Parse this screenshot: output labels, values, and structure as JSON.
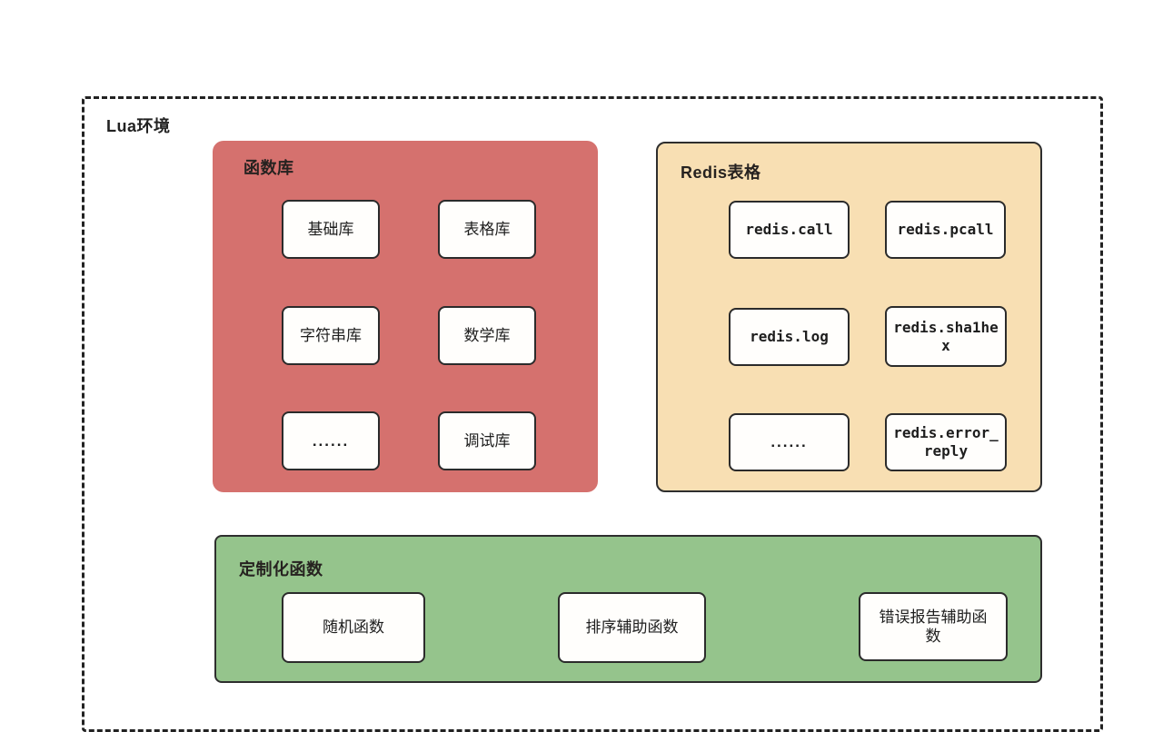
{
  "environment": {
    "label": "Lua环境",
    "dash_color": "#222222"
  },
  "colors": {
    "function_library_bg": "#d5716e",
    "redis_table_bg": "#f8dfb3",
    "custom_functions_bg": "#95c48c",
    "node_bg": "#fffefc",
    "node_border": "#2b2b2b",
    "text": "#1f1f1f"
  },
  "groups": [
    {
      "title": "函数库",
      "bg": "#d5716e",
      "items": [
        "基础库",
        "表格库",
        "字符串库",
        "数学库",
        "......",
        "调试库"
      ]
    },
    {
      "title": "Redis表格",
      "bg": "#f8dfb3",
      "items": [
        "redis.call",
        "redis.pcall",
        "redis.log",
        "redis.sha1he\nx",
        "......",
        "redis.error_\nreply"
      ]
    },
    {
      "title": "定制化函数",
      "bg": "#95c48c",
      "items": [
        "随机函数",
        "排序辅助函数",
        "错误报告辅助函\n数"
      ]
    }
  ]
}
